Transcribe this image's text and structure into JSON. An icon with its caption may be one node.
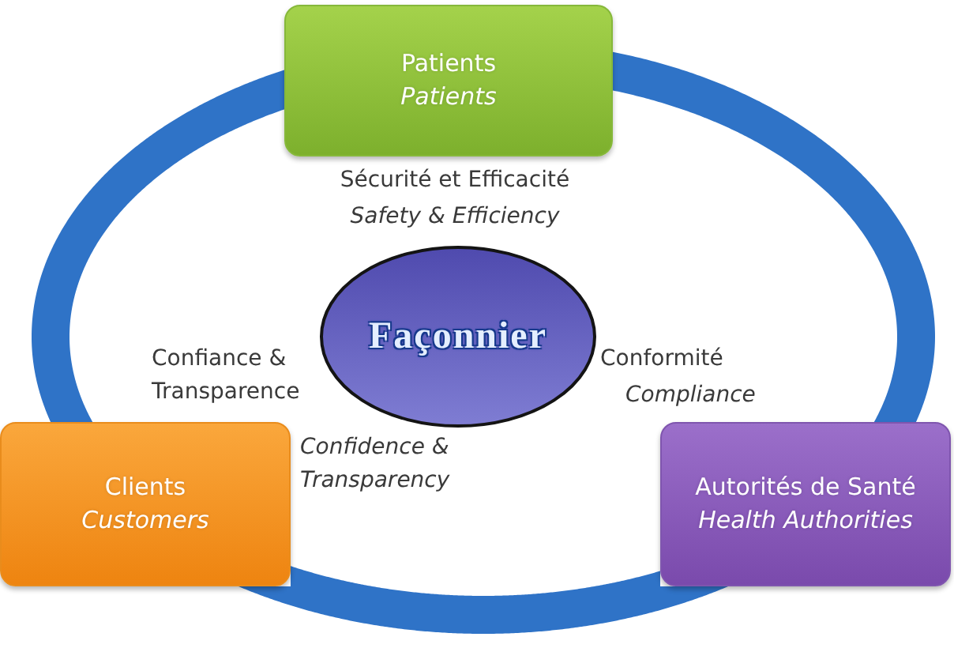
{
  "diagram": {
    "nodes": [
      {
        "text": [
          "Patients",
          "Patients"
        ]
      },
      {
        "text": [
          "Façonnier"
        ]
      },
      {
        "text": [
          "Clients",
          "Customers"
        ]
      },
      {
        "text": [
          "Autorités de Santé",
          "Health Authorities"
        ]
      }
    ],
    "edges": [
      {
        "from": 0,
        "to": 2,
        "arrow": "none"
      },
      {
        "from": 2,
        "to": 3,
        "arrow": "none"
      },
      {
        "from": 3,
        "to": 0,
        "arrow": "none"
      }
    ],
    "labels": [
      "Sécurité et Efficacité",
      "Safety & Efficiency",
      "Confiance & Transparence",
      "Conformité",
      "Compliance",
      "Confidence & Transparency"
    ]
  }
}
